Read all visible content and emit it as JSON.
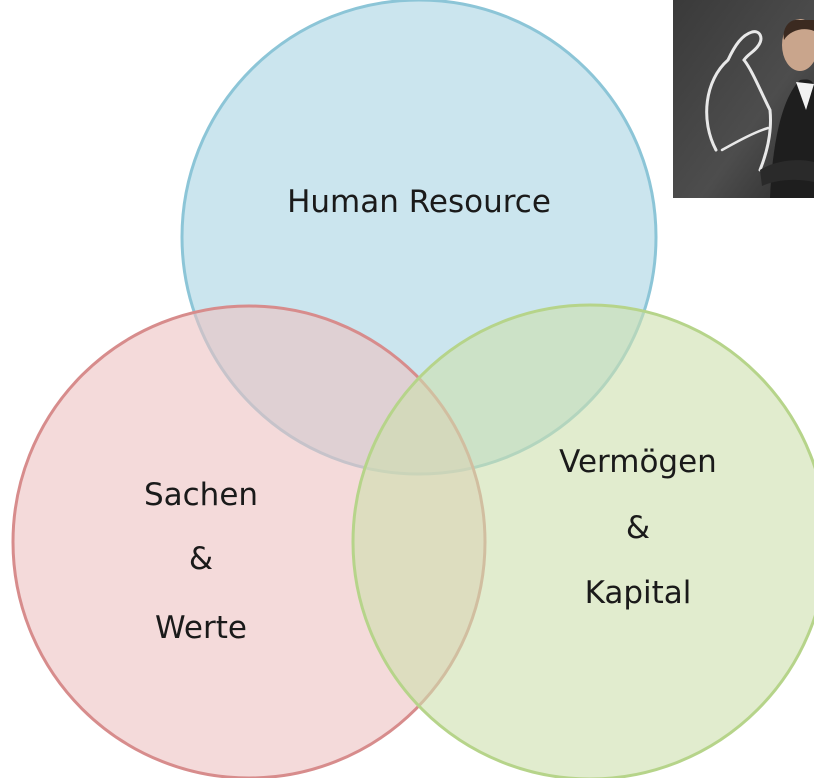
{
  "diagram": {
    "circles": [
      {
        "id": "human",
        "lines": [
          "Human Resource"
        ],
        "fill": "#bfe0ea",
        "stroke": "#8fc6d8"
      },
      {
        "id": "sachen",
        "lines": [
          "Sachen",
          "&",
          "Werte"
        ],
        "fill": "#eec8c8",
        "stroke": "#d78d8d"
      },
      {
        "id": "vermoegen",
        "lines": [
          "Vermögen",
          "&",
          "Kapital"
        ],
        "fill": "#d3e3b5",
        "stroke": "#b6d38b"
      }
    ],
    "photo": {
      "subject": "businessman-with-chalk-drawn-flexed-arm-on-blackboard"
    }
  }
}
